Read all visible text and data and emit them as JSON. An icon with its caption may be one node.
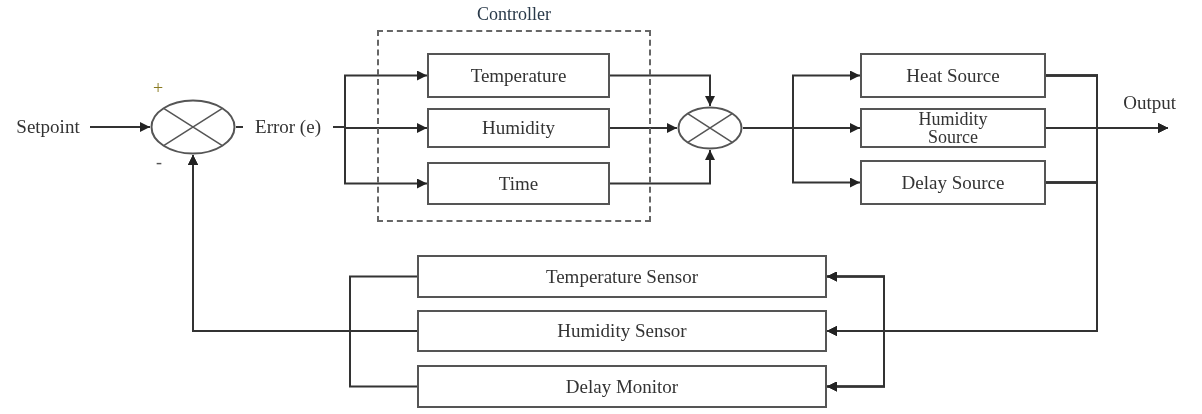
{
  "diagram": {
    "nodes": [
      {
        "text": [
          "Setpoint"
        ]
      },
      {
        "text": [],
        "shape": "circle",
        "beside": [
          "+",
          "-"
        ]
      },
      {
        "text": [
          "Error (e)"
        ]
      },
      {
        "text": [
          "Controller"
        ]
      },
      {
        "text": [
          "Temperature"
        ],
        "in": 3
      },
      {
        "text": [
          "Humidity"
        ],
        "in": 3
      },
      {
        "text": [
          "Time"
        ],
        "in": 3
      },
      {
        "text": [],
        "shape": "circle"
      },
      {
        "text": [
          "Heat Source"
        ]
      },
      {
        "text": [
          "Humidity Source"
        ]
      },
      {
        "text": [
          "Delay Source"
        ]
      },
      {
        "text": [
          "Temperature Sensor"
        ]
      },
      {
        "text": [
          "Humidity Sensor"
        ]
      },
      {
        "text": [
          "Delay Monitor"
        ]
      }
    ],
    "edges": [
      {
        "from": 0,
        "to": 1,
        "arrow": "to"
      },
      {
        "from": 1,
        "to": 2,
        "arrow": "none"
      },
      {
        "from": 2,
        "to": 4,
        "arrow": "to"
      },
      {
        "from": 2,
        "to": 5,
        "arrow": "to"
      },
      {
        "from": 2,
        "to": 6,
        "arrow": "to"
      },
      {
        "from": 4,
        "to": 7,
        "arrow": "to"
      },
      {
        "from": 5,
        "to": 7,
        "arrow": "to"
      },
      {
        "from": 6,
        "to": 7,
        "arrow": "to"
      },
      {
        "from": 7,
        "to": 8,
        "arrow": "to"
      },
      {
        "from": 7,
        "to": 9,
        "arrow": "to"
      },
      {
        "from": 7,
        "to": 10,
        "arrow": "to"
      },
      {
        "from": 8,
        "to": null,
        "arrow": "to"
      },
      {
        "from": 9,
        "to": null,
        "arrow": "to",
        "label": "Output"
      },
      {
        "from": 10,
        "to": null,
        "arrow": "to"
      },
      {
        "from": 8,
        "to": 11,
        "arrow": "to"
      },
      {
        "from": 8,
        "to": 12,
        "arrow": "to"
      },
      {
        "from": 8,
        "to": 13,
        "arrow": "to"
      },
      {
        "from": 9,
        "to": 11,
        "arrow": "to"
      },
      {
        "from": 9,
        "to": 12,
        "arrow": "to"
      },
      {
        "from": 9,
        "to": 13,
        "arrow": "to"
      },
      {
        "from": 10,
        "to": 11,
        "arrow": "to"
      },
      {
        "from": 10,
        "to": 12,
        "arrow": "to"
      },
      {
        "from": 10,
        "to": 13,
        "arrow": "to"
      },
      {
        "from": 11,
        "to": 1,
        "arrow": "to"
      },
      {
        "from": 12,
        "to": 1,
        "arrow": "to"
      },
      {
        "from": 13,
        "to": 1,
        "arrow": "to"
      }
    ]
  }
}
